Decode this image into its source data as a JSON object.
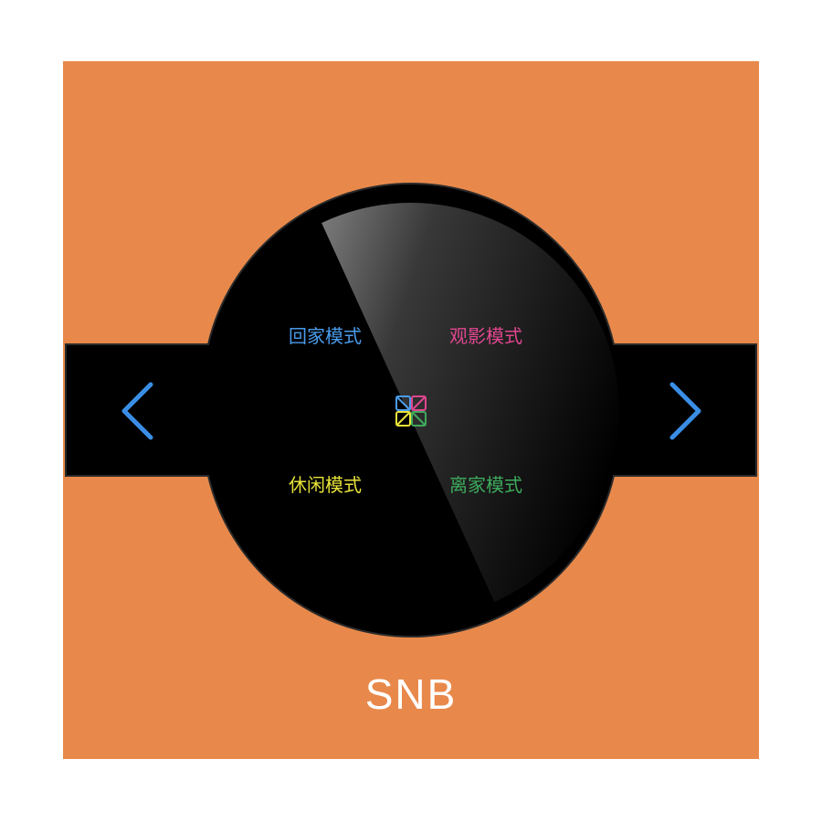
{
  "colors": {
    "background": "#E8894B",
    "panel_black": "#000000",
    "arrow_blue": "#3A8EE6",
    "home_blue": "#4A9BEA",
    "movie_pink": "#E0468F",
    "relax_yellow": "#E8E339",
    "away_green": "#3DAA5C",
    "brand_white": "#FFFFFF"
  },
  "modes": {
    "home": "回家模式",
    "movie": "观影模式",
    "relax": "休闲模式",
    "away": "离家模式"
  },
  "icons": {
    "left": "chevron-left-icon",
    "right": "chevron-right-icon",
    "center": "scene-grid-icon"
  },
  "brand": "SNB"
}
